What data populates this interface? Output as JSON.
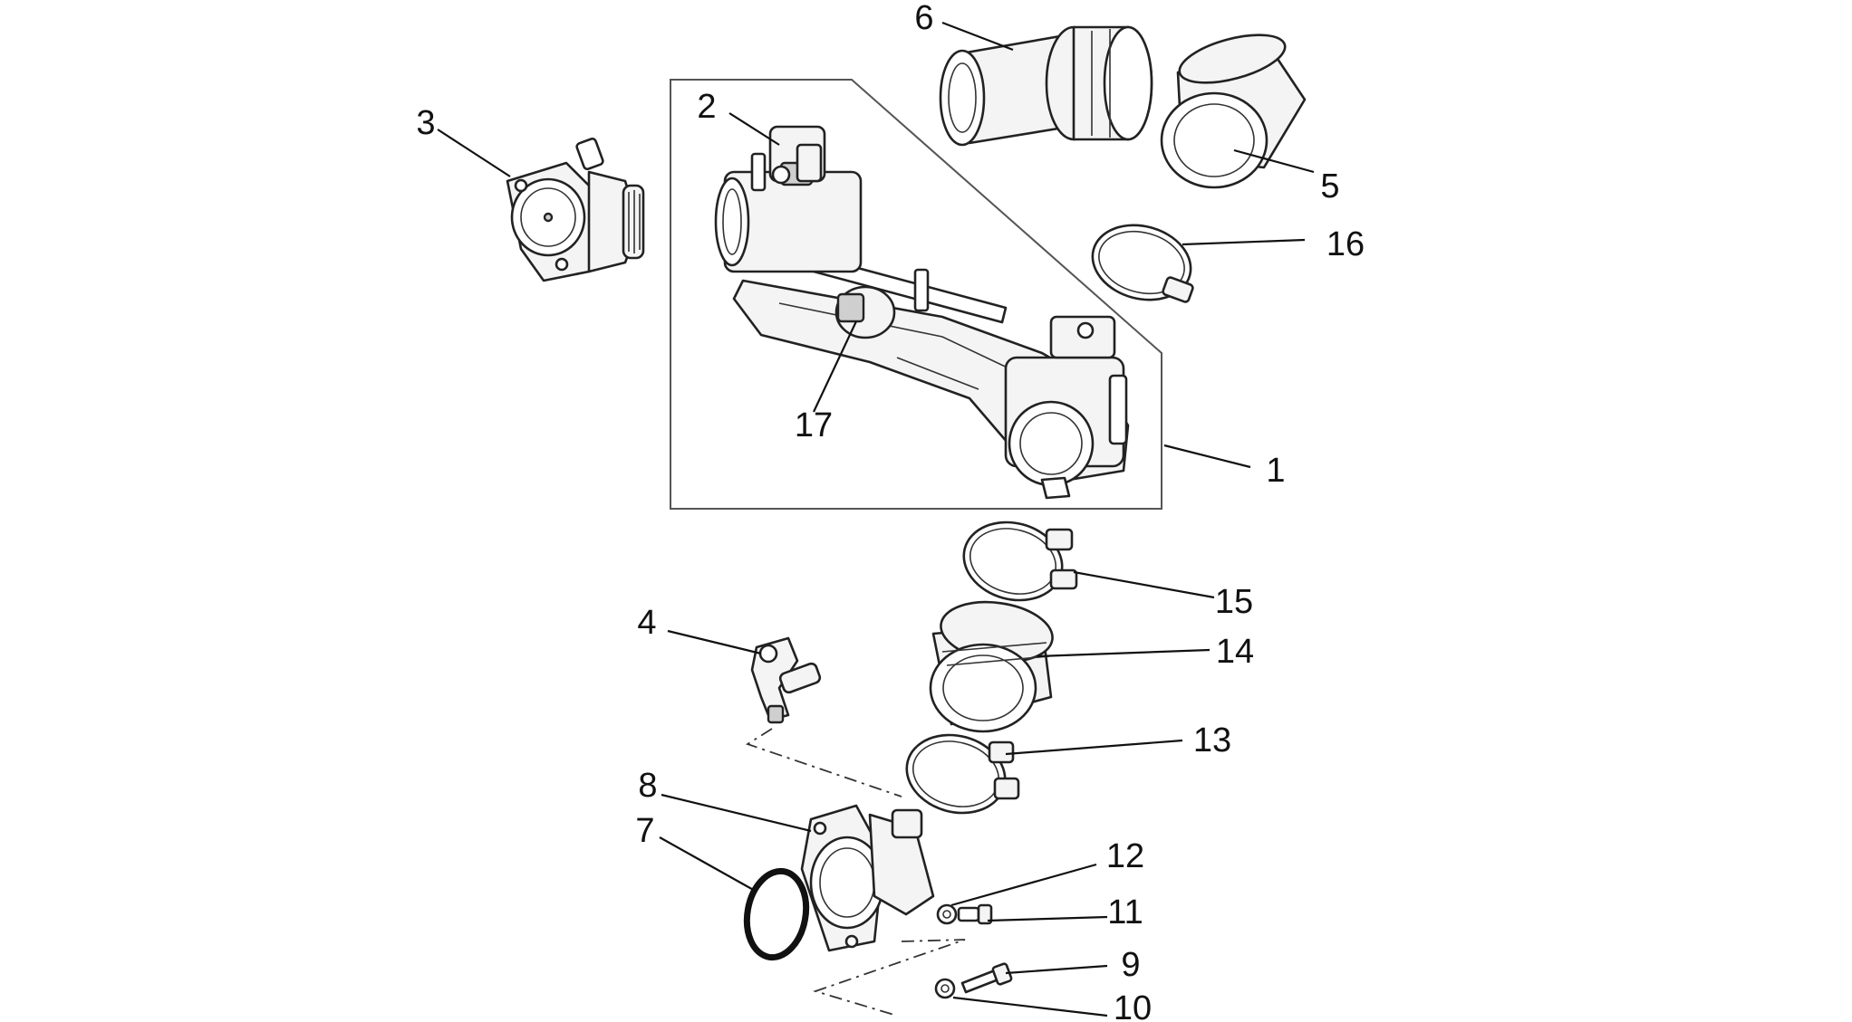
{
  "callouts": [
    {
      "id": "1",
      "label": "1"
    },
    {
      "id": "2",
      "label": "2"
    },
    {
      "id": "3",
      "label": "3"
    },
    {
      "id": "4",
      "label": "4"
    },
    {
      "id": "5",
      "label": "5"
    },
    {
      "id": "6",
      "label": "6"
    },
    {
      "id": "7",
      "label": "7"
    },
    {
      "id": "8",
      "label": "8"
    },
    {
      "id": "9",
      "label": "9"
    },
    {
      "id": "10",
      "label": "10"
    },
    {
      "id": "11",
      "label": "11"
    },
    {
      "id": "12",
      "label": "12"
    },
    {
      "id": "13",
      "label": "13"
    },
    {
      "id": "14",
      "label": "14"
    },
    {
      "id": "15",
      "label": "15"
    },
    {
      "id": "16",
      "label": "16"
    },
    {
      "id": "17",
      "label": "17"
    }
  ],
  "colors": {
    "background": "#ffffff",
    "line": "#222222",
    "fill": "#f4f4f4"
  }
}
